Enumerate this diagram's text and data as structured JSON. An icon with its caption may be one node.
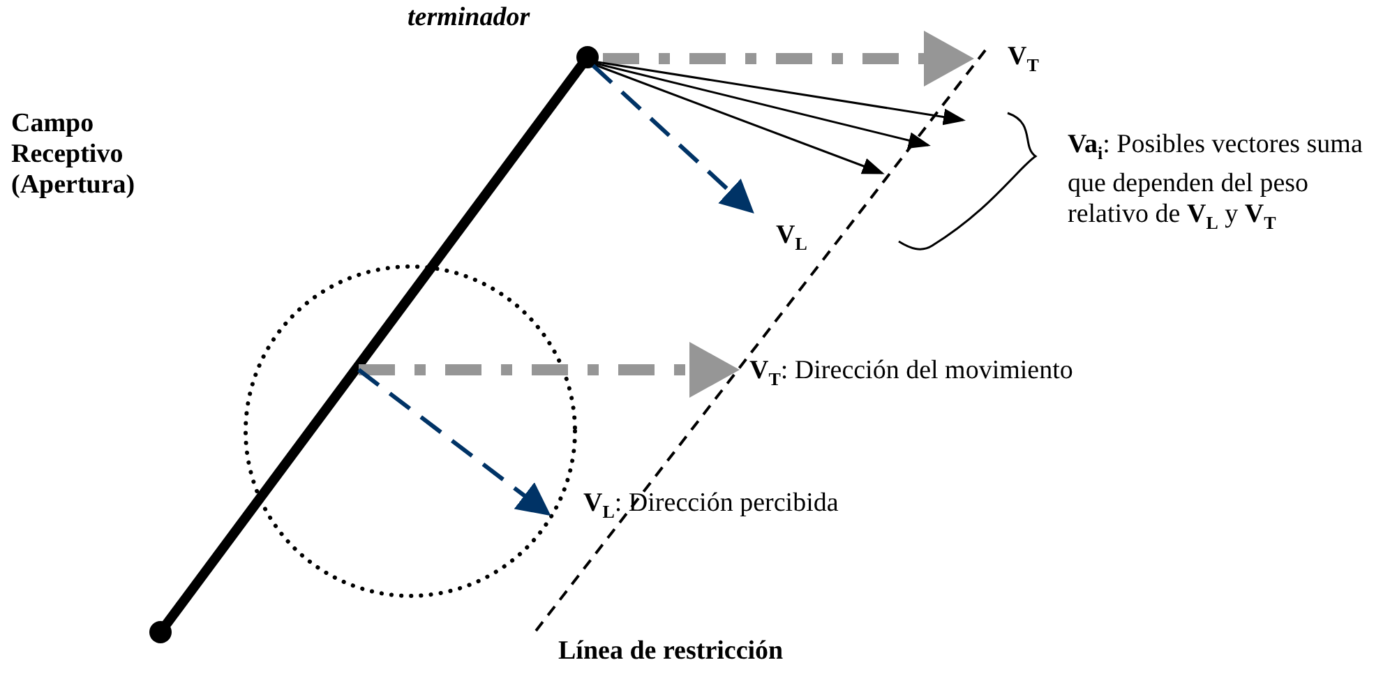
{
  "diagram": {
    "labels": [
      "terminador",
      "**V**$_{T}$",
      "Campo Receptivo (Apertura)",
      "**Va**$_{i}$: Posibles vectores suma que dependen del peso relativo de **V**$_{L}$ y **V**$_{T}$",
      "**V**$_{L}$",
      "**V**$_{T}$: Dirección del movimiento",
      "**V**$_{L}$: Dirección percibida",
      "Línea de restricción"
    ]
  }
}
